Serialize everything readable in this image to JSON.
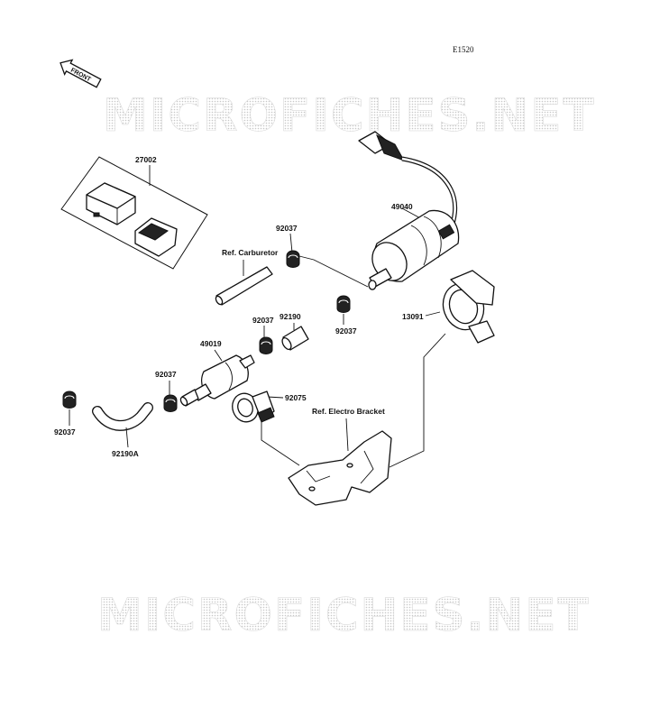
{
  "diagram": {
    "code": "E1520",
    "front_label": "FRONT",
    "watermark_text": "MICROFICHES.NET",
    "parts": [
      {
        "id": "27002",
        "label": "27002"
      },
      {
        "id": "49040",
        "label": "49040"
      },
      {
        "id": "92037-a",
        "label": "92037"
      },
      {
        "id": "92037-b",
        "label": "92037"
      },
      {
        "id": "92037-c",
        "label": "92037"
      },
      {
        "id": "92037-d",
        "label": "92037"
      },
      {
        "id": "92037-e",
        "label": "92037"
      },
      {
        "id": "92190",
        "label": "92190"
      },
      {
        "id": "49019",
        "label": "49019"
      },
      {
        "id": "13091",
        "label": "13091"
      },
      {
        "id": "92075",
        "label": "92075"
      },
      {
        "id": "92190A",
        "label": "92190A"
      }
    ],
    "references": {
      "carburetor": "Ref. Carburetor",
      "electro_bracket": "Ref. Electro Bracket"
    }
  }
}
